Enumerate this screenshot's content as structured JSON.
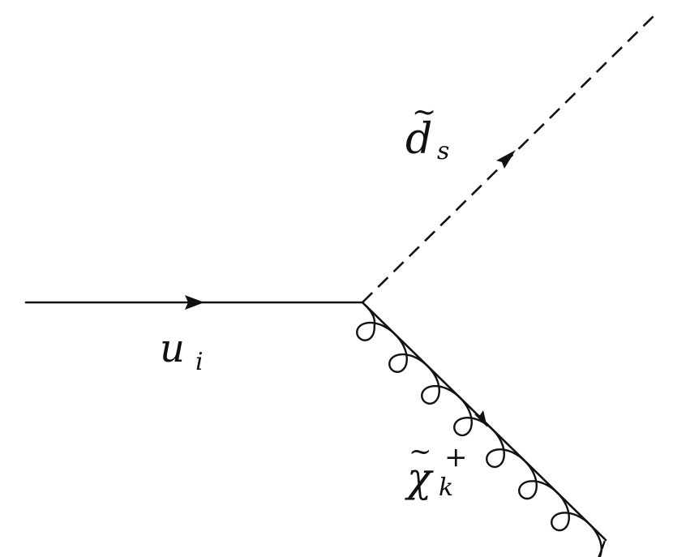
{
  "diagram": {
    "labels": {
      "quark": {
        "base": "u",
        "sub": "i"
      },
      "squark": {
        "tilde": "~",
        "base": "d",
        "sub": "s"
      },
      "chargino": {
        "tilde": "~",
        "base": "χ",
        "sub": "k",
        "sup": "+"
      }
    },
    "colors": {
      "line": "#111111",
      "background": "#ffffff"
    }
  }
}
